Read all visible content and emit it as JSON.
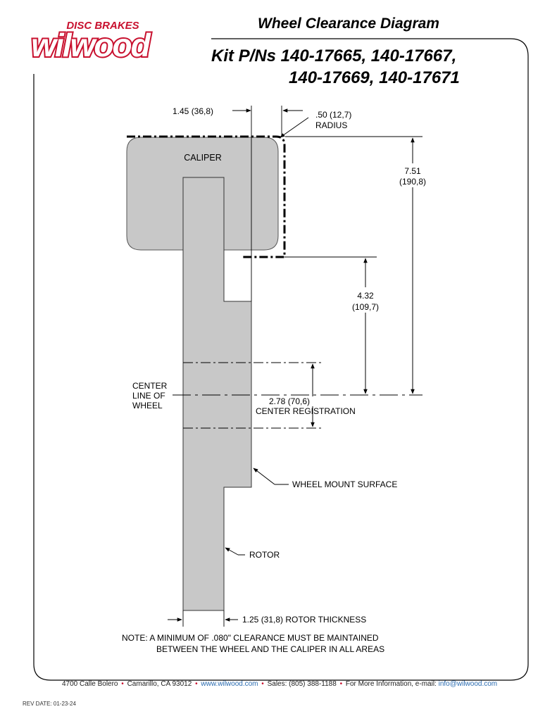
{
  "brand": {
    "tagline": "DISC BRAKES",
    "wordmark": "wilwood",
    "color": "#c8102e"
  },
  "header": {
    "title": "Wheel Clearance Diagram",
    "kit_line1": "Kit P/Ns 140-17665, 140-17667,",
    "kit_line2": "140-17669, 140-17671"
  },
  "diagram": {
    "caliper_label": "CALIPER",
    "dim_offset": "1.45 (36,8)",
    "radius_value": ".50 (12,7)",
    "radius_label": "RADIUS",
    "dim_total_height_1": "7.51",
    "dim_total_height_2": "(190,8)",
    "dim_mount_height_1": "4.32",
    "dim_mount_height_2": "(109,7)",
    "centerline_1": "CENTER",
    "centerline_2": "LINE OF",
    "centerline_3": "WHEEL",
    "center_reg_value": "2.78 (70,6)",
    "center_reg_label": "CENTER REGISTRATION",
    "wheel_mount_label": "WHEEL MOUNT SURFACE",
    "rotor_label": "ROTOR",
    "rotor_thickness": "1.25 (31,8) ROTOR THICKNESS",
    "note_line1": "NOTE: A MINIMUM OF .080\" CLEARANCE MUST BE MAINTAINED",
    "note_line2": "BETWEEN THE WHEEL AND THE CALIPER IN ALL AREAS",
    "fill_color": "#c8c8c8"
  },
  "footer": {
    "address": "4700 Calle Bolero",
    "city": "Camarillo, CA 93012",
    "website": "www.wilwood.com",
    "sales": "Sales: (805) 388-1188",
    "info": "For More Information, e-mail:",
    "email": "info@wilwood.com",
    "separator": "•",
    "rev_label": "REV DATE:",
    "rev_date": "01-23-24"
  }
}
